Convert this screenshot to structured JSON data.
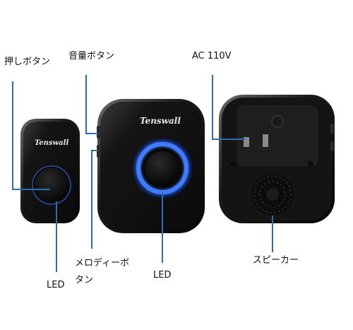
{
  "labels": {
    "push_button": "押しボタン",
    "volume_button": "音量ボタン",
    "ac": "AC 110V",
    "melody_button_line1": "メロディーボ",
    "melody_button_line2": "タン",
    "led_transmitter": "LED",
    "led_receiver": "LED",
    "speaker": "スピーカー"
  },
  "brand": {
    "name": "Tenswall"
  },
  "colors": {
    "callout_line": "#2a6fb5",
    "device_body": "#141414",
    "led_ring": "#2f6cff",
    "text": "#111111"
  }
}
